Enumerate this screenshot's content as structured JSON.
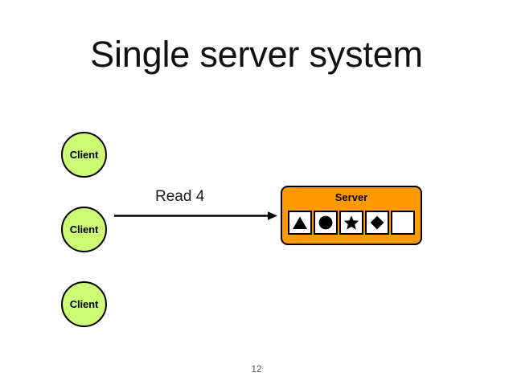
{
  "slide": {
    "title": "Single server system",
    "page_number": "12",
    "background_color": "#ffffff"
  },
  "clients": {
    "node_color": "#ccfb74",
    "border_color": "#000000",
    "items": [
      {
        "label": "Client"
      },
      {
        "label": "Client"
      },
      {
        "label": "Client"
      }
    ]
  },
  "request": {
    "label": "Read 4",
    "arrow_color": "#000000",
    "direction": "client-to-server"
  },
  "server": {
    "label": "Server",
    "box_color": "#fe9900",
    "border_color": "#000000",
    "cell_background": "#ffffff",
    "cell_shape_color": "#000000",
    "cells": [
      {
        "shape": "triangle",
        "filled": true
      },
      {
        "shape": "circle",
        "filled": true
      },
      {
        "shape": "star",
        "filled": true
      },
      {
        "shape": "diamond",
        "filled": true
      },
      {
        "shape": "empty",
        "filled": false
      }
    ]
  }
}
